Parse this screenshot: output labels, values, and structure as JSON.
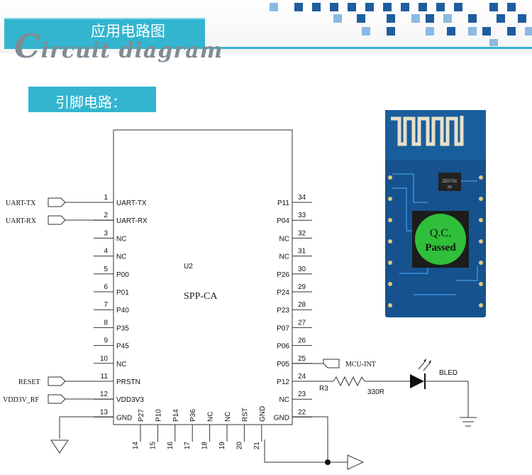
{
  "header": {
    "title_cn": "应用电路图",
    "title_en_initial": "C",
    "title_en_rest": "ircuit diagram"
  },
  "section": {
    "title": "引脚电路："
  },
  "chip": {
    "ref": "U2",
    "name": "SPP-CA"
  },
  "left_pins": [
    {
      "num": "1",
      "name": "UART-TX"
    },
    {
      "num": "2",
      "name": "UART-RX"
    },
    {
      "num": "3",
      "name": "NC"
    },
    {
      "num": "4",
      "name": "NC"
    },
    {
      "num": "5",
      "name": "P00"
    },
    {
      "num": "6",
      "name": "P01"
    },
    {
      "num": "7",
      "name": "P40"
    },
    {
      "num": "8",
      "name": "P35"
    },
    {
      "num": "9",
      "name": "P45"
    },
    {
      "num": "10",
      "name": "NC"
    },
    {
      "num": "11",
      "name": "PRSTN"
    },
    {
      "num": "12",
      "name": "VDD3V3"
    },
    {
      "num": "13",
      "name": "GND"
    }
  ],
  "right_pins": [
    {
      "num": "34",
      "name": "P11"
    },
    {
      "num": "33",
      "name": "P04"
    },
    {
      "num": "32",
      "name": "NC"
    },
    {
      "num": "31",
      "name": "NC"
    },
    {
      "num": "30",
      "name": "P26"
    },
    {
      "num": "29",
      "name": "P24"
    },
    {
      "num": "28",
      "name": "P23"
    },
    {
      "num": "27",
      "name": "P07"
    },
    {
      "num": "26",
      "name": "P06"
    },
    {
      "num": "25",
      "name": "P05"
    },
    {
      "num": "24",
      "name": "P12"
    },
    {
      "num": "23",
      "name": "NC"
    },
    {
      "num": "22",
      "name": "GND"
    }
  ],
  "bottom_pins": [
    {
      "num": "14",
      "name": "P27"
    },
    {
      "num": "15",
      "name": "P10"
    },
    {
      "num": "16",
      "name": "P14"
    },
    {
      "num": "17",
      "name": "P36"
    },
    {
      "num": "18",
      "name": "NC"
    },
    {
      "num": "19",
      "name": "NC"
    },
    {
      "num": "20",
      "name": "RST"
    },
    {
      "num": "21",
      "name": "GND"
    }
  ],
  "nets": {
    "uart_tx": "UART-TX",
    "uart_rx": "UART-RX",
    "reset": "RESET",
    "vdd": "VDD3V_RF",
    "mcu_int": "MCU-INT"
  },
  "components": {
    "resistor_ref": "R3",
    "resistor_value": "330R",
    "led": "BLED"
  },
  "module_photo": {
    "label_line1": "Q.C.",
    "label_line2": "Passed",
    "ic_mark_1": "ZE0701",
    "ic_mark_2": "XE"
  },
  "colors": {
    "accent": "#33b5cf",
    "pcb": "#1a5d9c",
    "qc_green": "#2fbf3a"
  }
}
